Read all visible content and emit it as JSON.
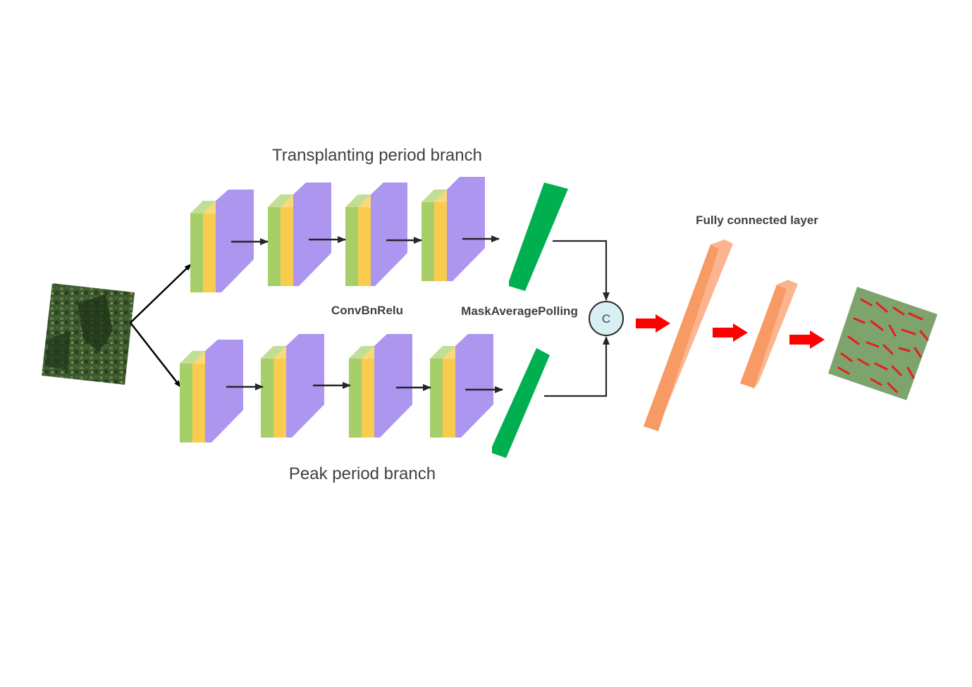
{
  "labels": {
    "top_branch": "Transplanting period branch",
    "bottom_branch": "Peak period branch",
    "conv_block": "ConvBnRelu",
    "pooling": "MaskAveragePolling",
    "fc": "Fully connected layer",
    "concat": "C"
  },
  "colors": {
    "block_front_green": "#a6cf6a",
    "block_mid_yellow": "#f9cc4f",
    "block_purple": "#ad96ef",
    "pool_green": "#00b050",
    "fc_orange": "#f79a64",
    "concat_fill": "#d8f0f4",
    "red_arrow": "#ff0000",
    "satellite_base": "#3c5a2e",
    "mask_base": "#7ea36c",
    "mask_marks": "#e3201f"
  }
}
